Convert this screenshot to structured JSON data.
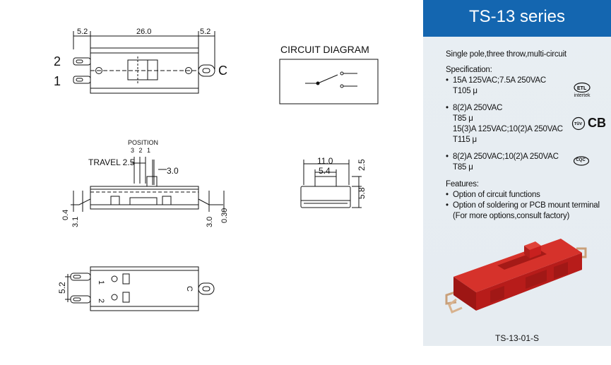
{
  "drawing": {
    "top_view": {
      "dim_left": "5.2",
      "dim_center": "26.0",
      "dim_right": "5.2",
      "pin_2": "2",
      "pin_1": "1",
      "pin_c": "C"
    },
    "circuit_title": "CIRCUIT DIAGRAM",
    "side_view": {
      "position_label": "POSITION",
      "position_numbers": "3 2 1",
      "travel_label": "TRAVEL 2.5",
      "dim_actuator": "3.0",
      "dim_0_4": "0.4",
      "dim_3_1": "3.1",
      "dim_3_0": "3.0",
      "dim_0_30": "0.30"
    },
    "end_view": {
      "dim_width": "11.0",
      "dim_actuator": "5.4",
      "dim_2_5": "2.5",
      "dim_5_8": "5.8"
    },
    "bottom_view": {
      "dim_pitch": "5.2",
      "pin_1": "1",
      "pin_2": "2",
      "pin_c": "C"
    }
  },
  "panel": {
    "title": "TS-13 series",
    "description": "Single pole,three throw,multi-circuit",
    "spec_title": "Specification:",
    "specs": [
      "15A 125VAC;7.5A 250VAC",
      "T105 μ",
      "8(2)A 250VAC",
      "T85 μ",
      "15(3)A 125VAC;10(2)A 250VAC",
      "T115 μ",
      "8(2)A 250VAC;10(2)A 250VAC",
      "T85 μ"
    ],
    "features_title": "Features:",
    "features": [
      "Option of circuit functions",
      "Option of soldering or PCB mount terminal",
      "(For more options,consult factory)"
    ],
    "cert_1": "intertek",
    "cert_2": "CB",
    "cert_3": "CQC",
    "part_number": "TS-13-01-S",
    "colors": {
      "header": "#1466b0",
      "panel_bg": "#e8eef3",
      "product": "#c8201f"
    }
  }
}
